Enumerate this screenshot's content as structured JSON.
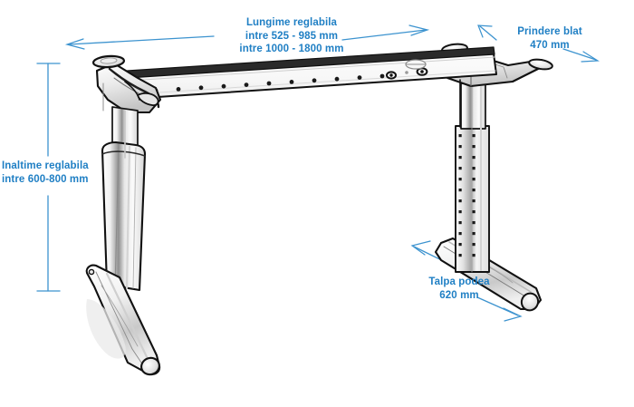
{
  "page": {
    "title": "Schema cadru birou reglabil",
    "background_color": "#ffffff",
    "annotation_color": "#1f7fc4",
    "line_color": "#000000"
  },
  "annotations": {
    "length": {
      "name": "Lungime reglabila",
      "line1": "Lungime reglabila",
      "line2": "intre 525 - 985 mm",
      "line3": "intre 1000 - 1800 mm"
    },
    "top_mount": {
      "name": "Prindere blat",
      "line1": "Prindere blat",
      "line2": "470 mm"
    },
    "height": {
      "name": "Inaltime reglabila",
      "line1": "Inaltime reglabila",
      "line2": "intre 600-800 mm"
    },
    "foot": {
      "name": "Talpa podea",
      "line1": "Talpa podea",
      "line2": "620 mm"
    }
  },
  "product": {
    "type": "adjustable-desk-frame",
    "components": [
      "top-beam",
      "left-leg-column",
      "right-leg-column",
      "left-foot",
      "right-foot",
      "left-top-bracket",
      "right-top-bracket"
    ]
  }
}
